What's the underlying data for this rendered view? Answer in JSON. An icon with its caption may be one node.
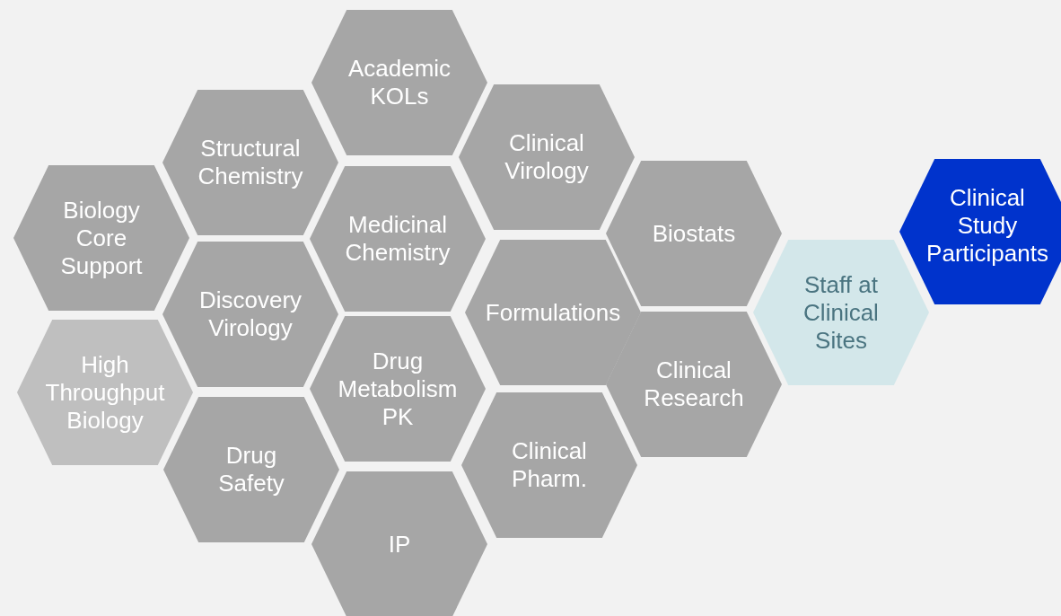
{
  "diagram": {
    "nodes": [
      {
        "text": [
          "Academic KOLs"
        ]
      },
      {
        "text": [
          "Structural Chemistry"
        ]
      },
      {
        "text": [
          "Clinical Virology"
        ]
      },
      {
        "text": [
          "Biology Core Support"
        ]
      },
      {
        "text": [
          "Medicinal Chemistry"
        ]
      },
      {
        "text": [
          "Biostats"
        ]
      },
      {
        "text": [
          "Clinical Study Participants"
        ]
      },
      {
        "text": [
          "Discovery Virology"
        ]
      },
      {
        "text": [
          "Formulations"
        ]
      },
      {
        "text": [
          "Staff at Clinical Sites"
        ]
      },
      {
        "text": [
          "High Throughput Biology"
        ]
      },
      {
        "text": [
          "Drug Metabolism PK"
        ]
      },
      {
        "text": [
          "Clinical Research"
        ]
      },
      {
        "text": [
          "Drug Safety"
        ]
      },
      {
        "text": [
          "Clinical Pharm."
        ]
      },
      {
        "text": [
          "IP"
        ]
      }
    ]
  }
}
